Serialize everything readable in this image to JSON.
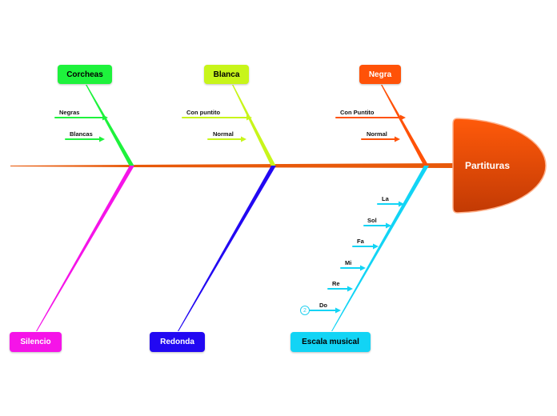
{
  "head": {
    "label": "Partituras",
    "color": "#f25a0c"
  },
  "spine_color": "#e8590a",
  "top_groups": [
    {
      "label": "Corcheas",
      "color": "#1ef23c",
      "text_color": "#000000",
      "items": [
        {
          "label": "Negras"
        },
        {
          "label": "Blancas"
        }
      ]
    },
    {
      "label": "Blanca",
      "color": "#c8f51a",
      "text_color": "#000000",
      "items": [
        {
          "label": "Con puntito"
        },
        {
          "label": "Normal"
        }
      ]
    },
    {
      "label": "Negra",
      "color": "#ff5208",
      "text_color": "#ffffff",
      "items": [
        {
          "label": "Con Puntito"
        },
        {
          "label": "Normal"
        }
      ]
    }
  ],
  "bottom_groups": [
    {
      "label": "Silencio",
      "color": "#f514e8",
      "text_color": "#ffffff",
      "items": []
    },
    {
      "label": "Redonda",
      "color": "#2208f2",
      "text_color": "#ffffff",
      "items": []
    },
    {
      "label": "Escala musical",
      "color": "#12d4f5",
      "text_color": "#000000",
      "items": [
        {
          "label": "La"
        },
        {
          "label": "Sol"
        },
        {
          "label": "Fa"
        },
        {
          "label": "Mi"
        },
        {
          "label": "Re"
        },
        {
          "label": "Do"
        }
      ],
      "badge": "2"
    }
  ]
}
